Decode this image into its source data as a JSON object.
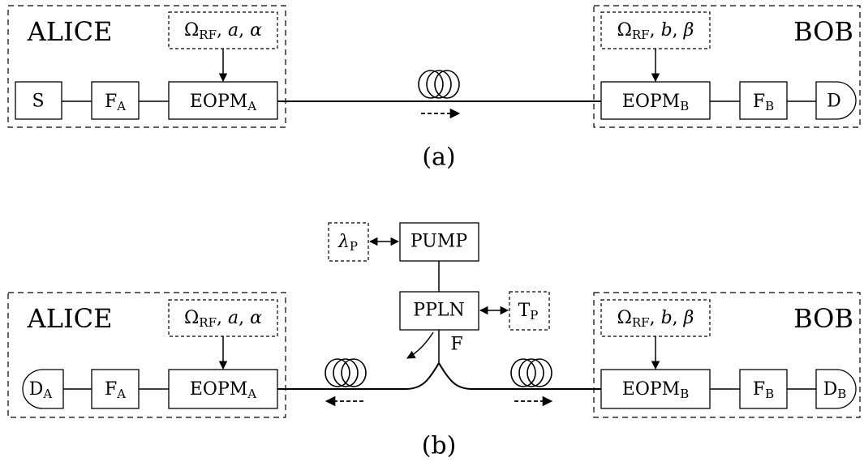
{
  "panel_a": {
    "caption": "(a)",
    "alice": {
      "title": "ALICE",
      "source": "S",
      "filter": {
        "base": "F",
        "sub": "A"
      },
      "modulator": {
        "base": "EOPM",
        "sub": "A"
      },
      "rf": {
        "omega": "Ω",
        "omega_sub": "RF",
        "p1": "a",
        "p2": "α"
      }
    },
    "bob": {
      "title": "BOB",
      "modulator": {
        "base": "EOPM",
        "sub": "B"
      },
      "filter": {
        "base": "F",
        "sub": "B"
      },
      "detector": "D",
      "rf": {
        "omega": "Ω",
        "omega_sub": "RF",
        "p1": "b",
        "p2": "β"
      }
    }
  },
  "panel_b": {
    "caption": "(b)",
    "pump": "PUMP",
    "crystal": "PPLN",
    "fiber_label": "F",
    "wavelength": {
      "base": "λ",
      "sub": "P"
    },
    "temperature": {
      "base": "T",
      "sub": "P"
    },
    "alice": {
      "title": "ALICE",
      "detector": {
        "base": "D",
        "sub": "A"
      },
      "filter": {
        "base": "F",
        "sub": "A"
      },
      "modulator": {
        "base": "EOPM",
        "sub": "A"
      },
      "rf": {
        "omega": "Ω",
        "omega_sub": "RF",
        "p1": "a",
        "p2": "α"
      }
    },
    "bob": {
      "title": "BOB",
      "modulator": {
        "base": "EOPM",
        "sub": "B"
      },
      "filter": {
        "base": "F",
        "sub": "B"
      },
      "detector": {
        "base": "D",
        "sub": "B"
      },
      "rf": {
        "omega": "Ω",
        "omega_sub": "RF",
        "p1": "b",
        "p2": "β"
      }
    }
  }
}
